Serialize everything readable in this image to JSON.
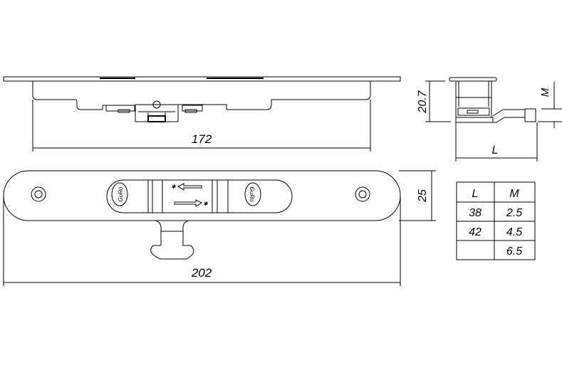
{
  "dimensions": {
    "top_length": "172",
    "total_length": "202",
    "width": "25",
    "height": "20.7",
    "side_L": "L",
    "side_M": "M"
  },
  "logo": {
    "text": "GuRo"
  },
  "table": {
    "headers": [
      "L",
      "M"
    ],
    "rows": [
      [
        "38",
        "2.5"
      ],
      [
        "42",
        "4.5"
      ],
      [
        "",
        "6.5"
      ]
    ]
  }
}
